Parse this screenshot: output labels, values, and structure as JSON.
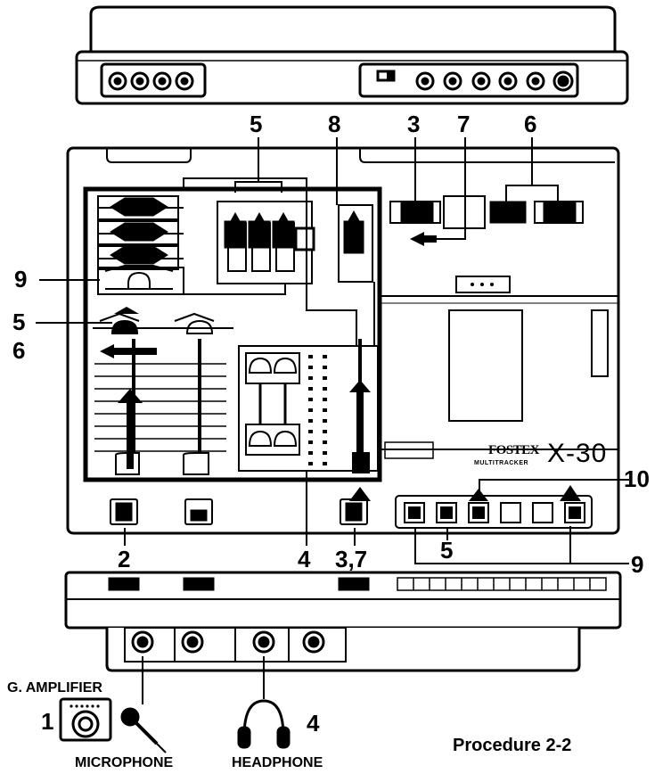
{
  "callouts": {
    "n5_top": "5",
    "n8_top": "8",
    "n3_top": "3",
    "n7_top": "7",
    "n6_top": "6",
    "n9_left": "9",
    "n5_left": "5",
    "n6_left": "6",
    "n10_right": "10",
    "n2_bottom": "2",
    "n4_bottom": "4",
    "n37_bottom": "3,7",
    "n5_bottom": "5",
    "n9_right": "9",
    "n1_amp": "1",
    "n4_headphone": "4"
  },
  "device": {
    "brand": "FOSTEX",
    "product_line": "MULTITRACKER",
    "model": "X-30"
  },
  "peripherals": {
    "amplifier_label": "G. AMPLIFIER",
    "microphone_label": "MICROPHONE",
    "headphone_label": "HEADPHONE"
  },
  "caption": "Procedure 2-2"
}
